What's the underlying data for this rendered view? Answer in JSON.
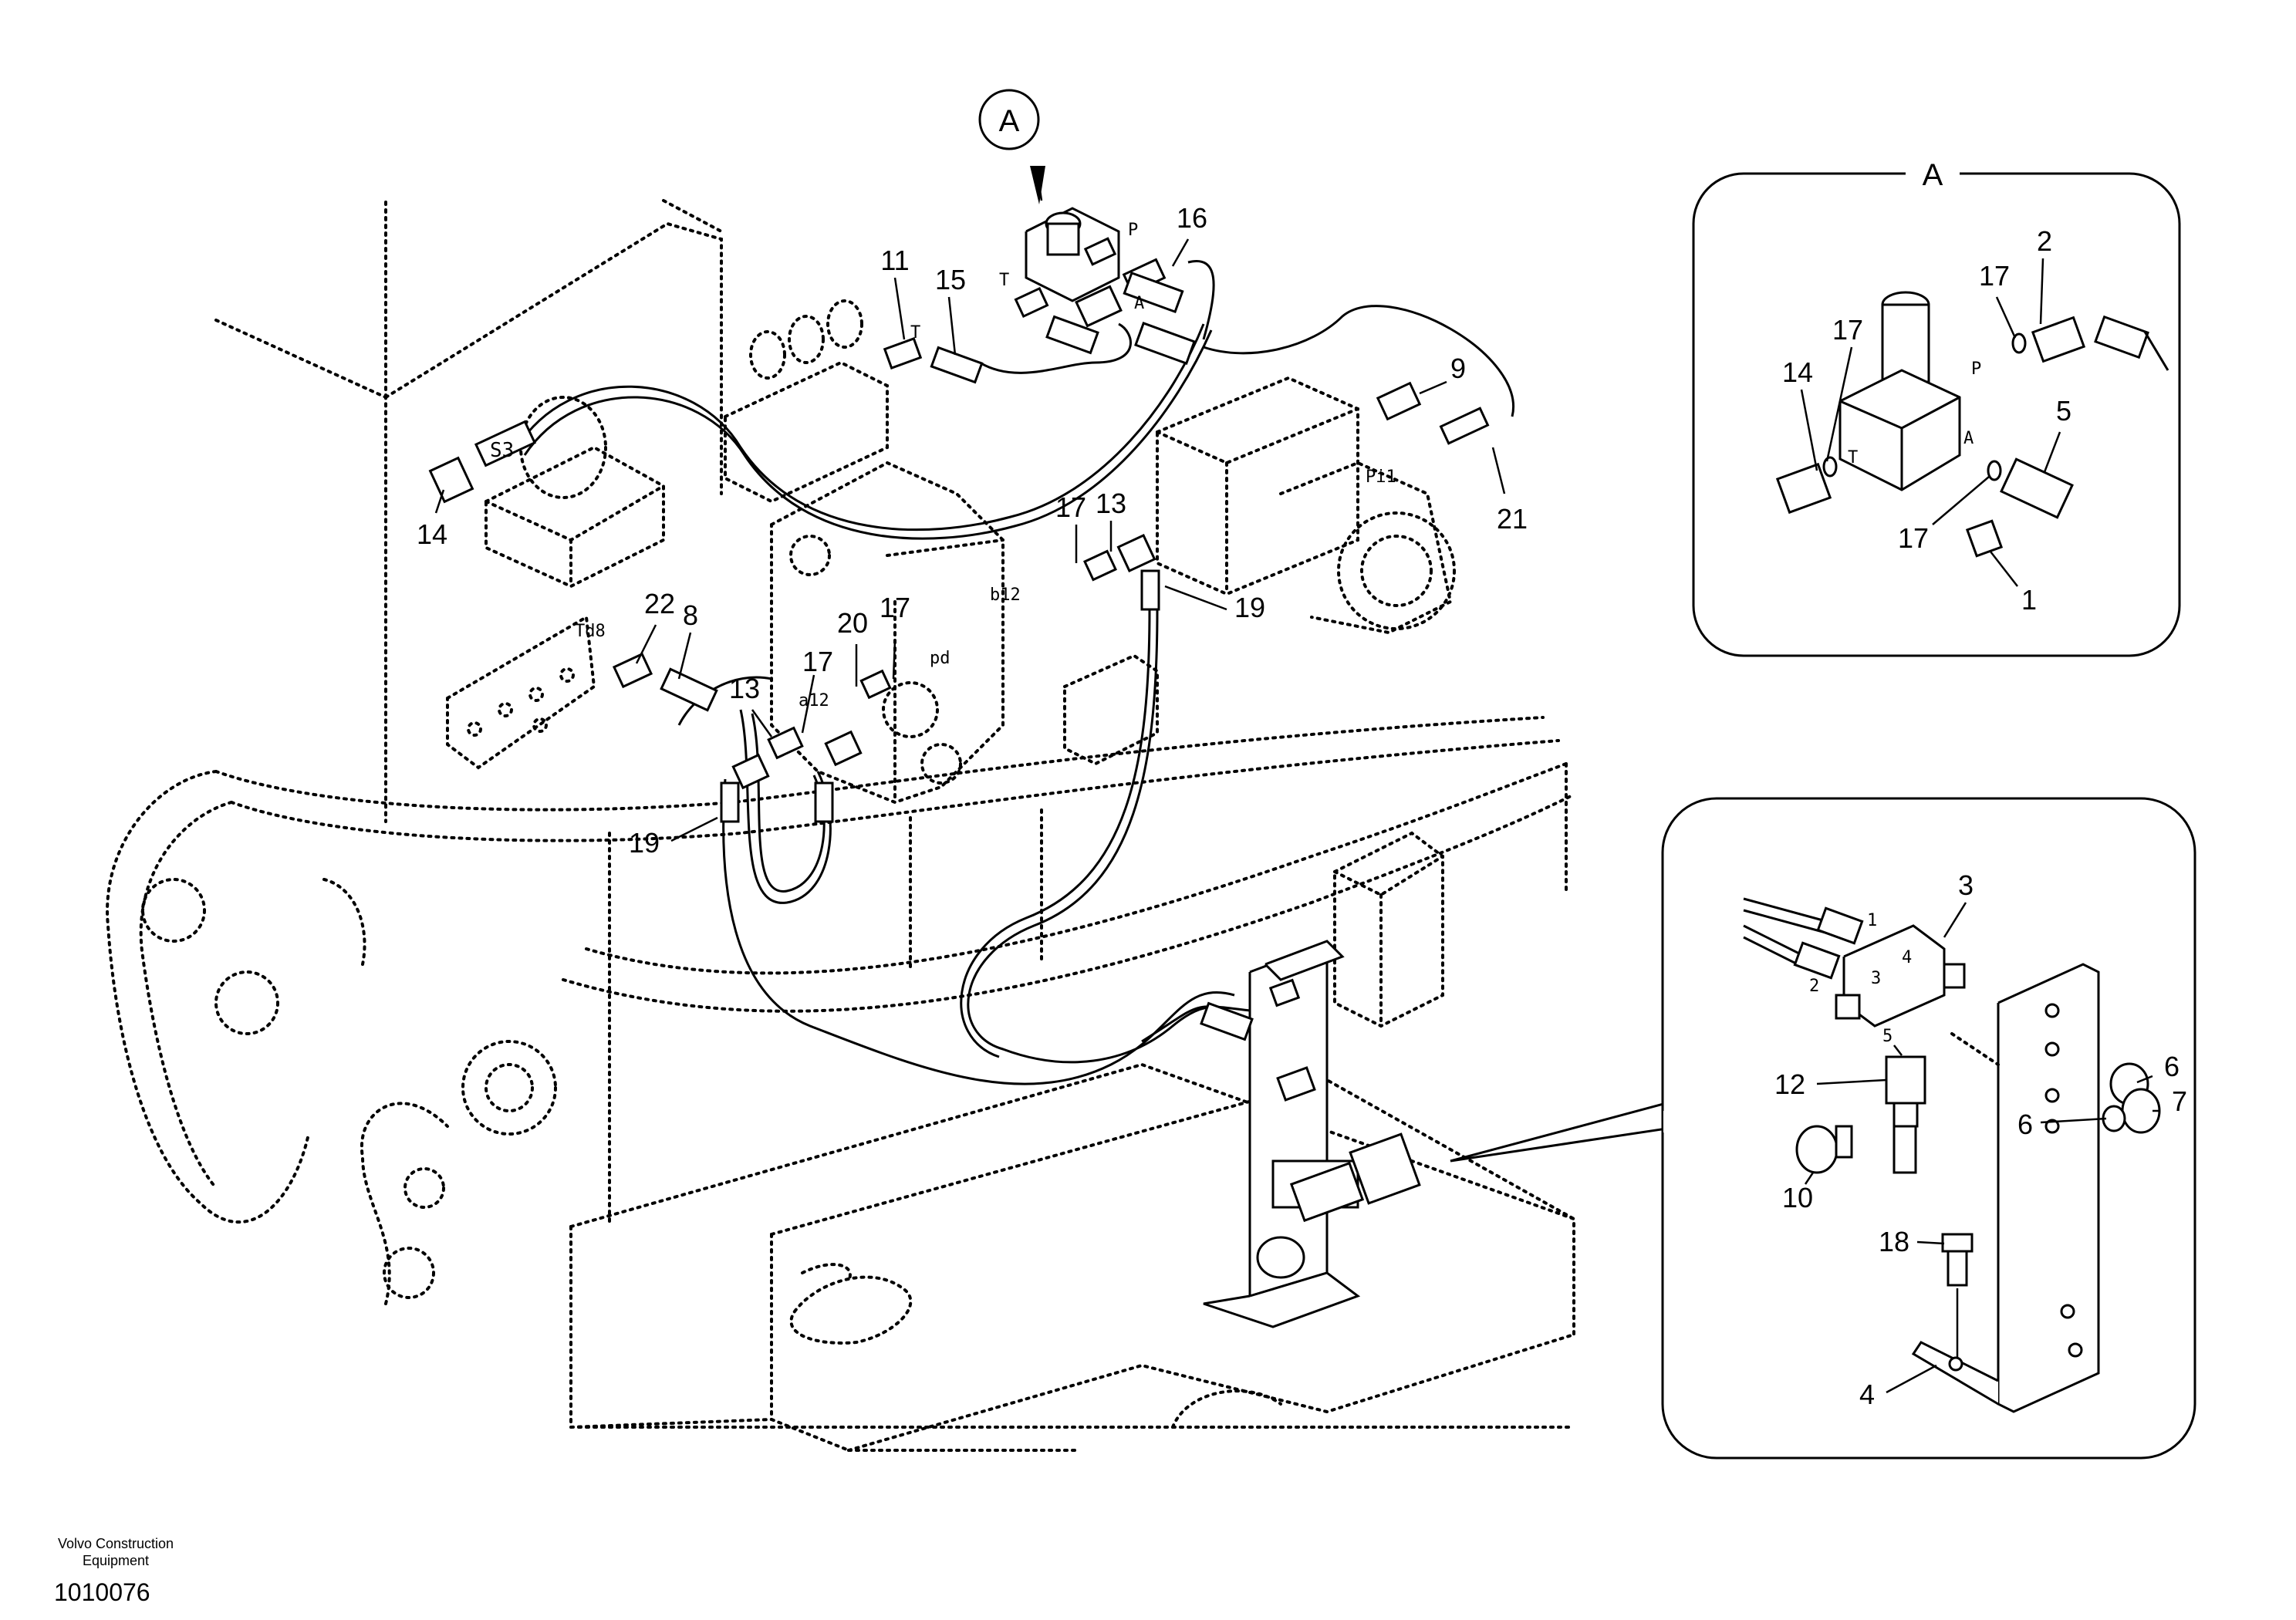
{
  "callout_main": "A",
  "detail_a": {
    "title": "A",
    "labels": [
      "2",
      "17",
      "17",
      "14",
      "5",
      "17",
      "1"
    ],
    "ports": [
      "P",
      "T",
      "A"
    ]
  },
  "detail_b": {
    "labels": [
      "3",
      "6",
      "7",
      "6",
      "12",
      "10",
      "18",
      "4"
    ],
    "ports": [
      "1",
      "2",
      "3",
      "4",
      "5"
    ]
  },
  "main_labels": [
    "16",
    "11",
    "15",
    "9",
    "14",
    "21",
    "13",
    "17",
    "19",
    "22",
    "8",
    "20",
    "17",
    "13",
    "17",
    "19"
  ],
  "main_ports": [
    "P",
    "T",
    "T",
    "A",
    "S3",
    "Pi1",
    "b12",
    "Td8",
    "pd",
    "a12"
  ],
  "footer": {
    "company": "Volvo Construction Equipment",
    "number": "1010076"
  }
}
